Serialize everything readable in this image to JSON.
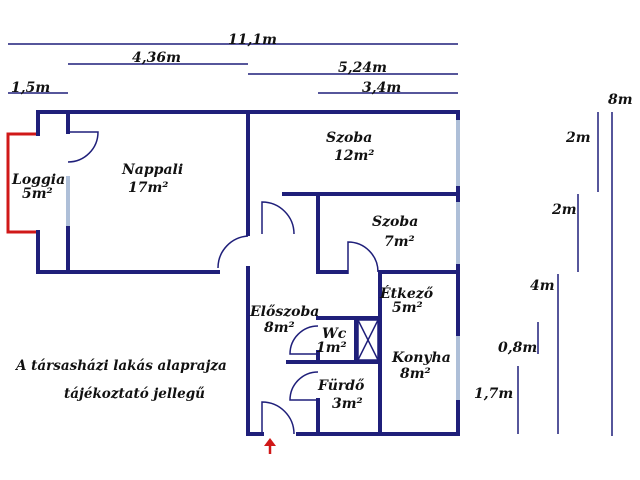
{
  "dimensions": {
    "total_width": "11,1m",
    "w_436": "4,36m",
    "w_524": "5,24m",
    "w_34": "3,4m",
    "w_15": "1,5m",
    "h_8": "8m",
    "h_2a": "2m",
    "h_2b": "2m",
    "h_4": "4m",
    "h_08": "0,8m",
    "h_17": "1,7m"
  },
  "rooms": {
    "loggia": {
      "name": "Loggia",
      "area": "5m²"
    },
    "nappali": {
      "name": "Nappali",
      "area": "17m²"
    },
    "szoba1": {
      "name": "Szoba",
      "area": "12m²"
    },
    "szoba2": {
      "name": "Szoba",
      "area": "7m²"
    },
    "etkezo": {
      "name": "Étkező",
      "area": "5m²"
    },
    "eloszoba": {
      "name": "Előszoba",
      "area": "8m²"
    },
    "wc": {
      "name": "Wc",
      "area": "1m²"
    },
    "konyha": {
      "name": "Konyha",
      "area": "8m²"
    },
    "furdo": {
      "name": "Fürdő",
      "area": "3m²"
    }
  },
  "note": {
    "line1": "A társasházi lakás alaprajza",
    "line2": "tájékoztató jellegű"
  },
  "colors": {
    "wall": "#1f1f7a",
    "loggia_outline": "#d01818",
    "window": "#aebfd8",
    "entrance_arrow": "#d01818"
  }
}
